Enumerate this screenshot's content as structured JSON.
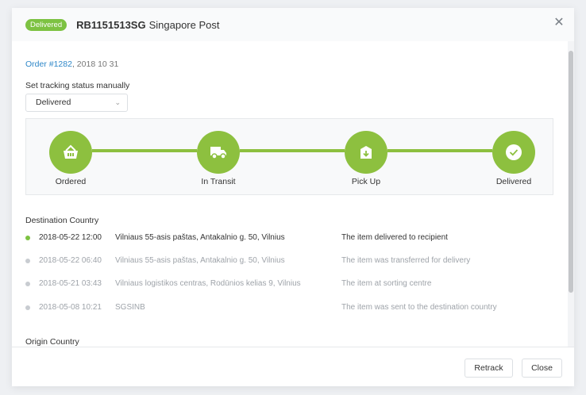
{
  "header": {
    "badge": "Delivered",
    "tracking_code": "RB1151513SG",
    "carrier": "Singapore Post",
    "close_icon": "close-icon"
  },
  "order": {
    "link_text": "Order #1282",
    "date": ", 2018 10 31"
  },
  "status_select": {
    "label": "Set tracking status manually",
    "value": "Delivered"
  },
  "progress": {
    "accent": "#8dc03f",
    "steps": [
      {
        "label": "Ordered",
        "icon": "basket-icon"
      },
      {
        "label": "In Transit",
        "icon": "truck-icon"
      },
      {
        "label": "Pick Up",
        "icon": "package-icon"
      },
      {
        "label": "Delivered",
        "icon": "check-circle-icon"
      }
    ]
  },
  "destination": {
    "title": "Destination Country",
    "events": [
      {
        "time": "2018-05-22 12:00",
        "location": "Vilniaus 55-asis paštas, Antakalnio g. 50, Vilnius",
        "description": "The item delivered to recipient",
        "active": true
      },
      {
        "time": "2018-05-22 06:40",
        "location": "Vilniaus 55-asis paštas, Antakalnio g. 50, Vilnius",
        "description": "The item was transferred for delivery",
        "active": false
      },
      {
        "time": "2018-05-21 03:43",
        "location": "Vilniaus logistikos centras, Rodūnios kelias 9, Vilnius",
        "description": "The item at sorting centre",
        "active": false
      },
      {
        "time": "2018-05-08 10:21",
        "location": "SGSINB",
        "description": "The item was sent to the destination country",
        "active": false
      }
    ]
  },
  "origin": {
    "title": "Origin Country"
  },
  "footer": {
    "retrack_label": "Retrack",
    "close_label": "Close"
  }
}
